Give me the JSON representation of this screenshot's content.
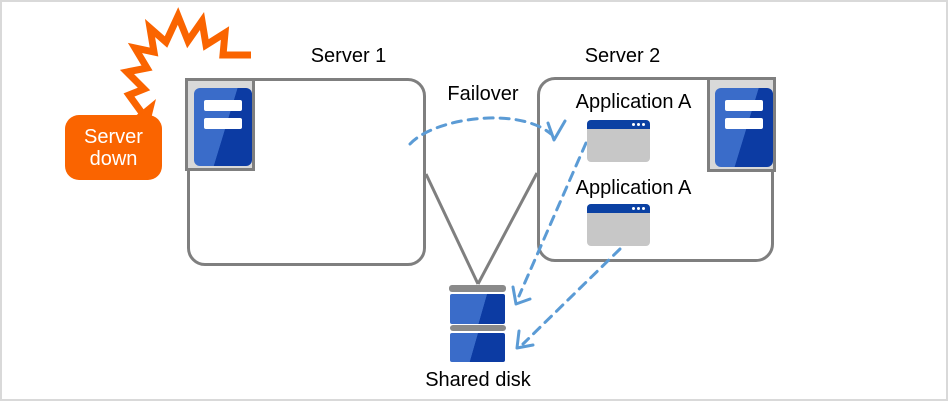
{
  "diagram": {
    "callout": {
      "text_line1": "Server",
      "text_line2": "down"
    },
    "server1": {
      "label": "Server 1"
    },
    "server2": {
      "label": "Server 2",
      "apps": [
        {
          "label": "Application A"
        },
        {
          "label": "Application A"
        }
      ]
    },
    "failover_arrow": {
      "label": "Failover"
    },
    "shared_disk": {
      "label": "Shared disk"
    },
    "colors": {
      "orange": "#FA6400",
      "server_blue_light": "#3A6CC9",
      "server_blue_dark": "#0C3BA3",
      "app_titlebar_navy": "#0B41A3",
      "connector_gray": "#7F7F7F",
      "icon_bg_gray": "#D9D9D9",
      "app_body_gray": "#C7C7C7",
      "disk_cap_gray": "#8A8A8A",
      "dashed_arrow_blue": "#5B9BD5"
    }
  }
}
